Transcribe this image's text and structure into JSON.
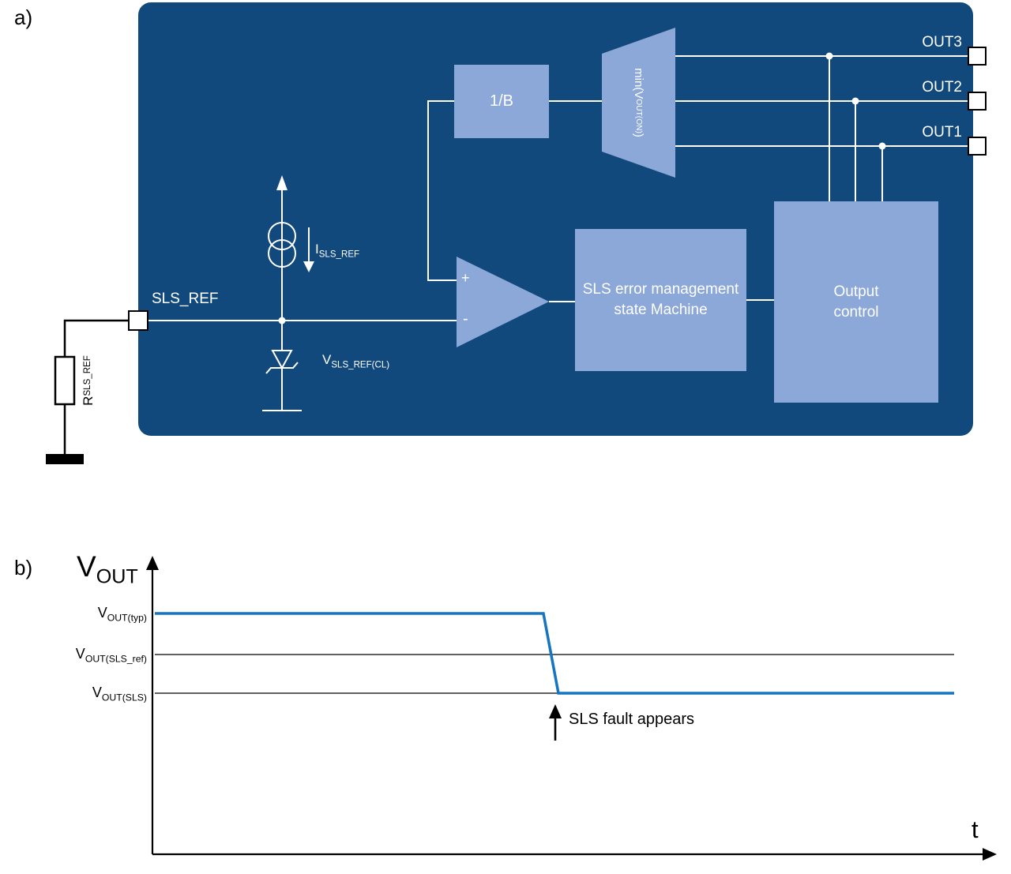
{
  "colors": {
    "dark_blue": "#12497C",
    "light_blue": "#8CA8D8",
    "curve_blue": "#1575C0",
    "wire_white": "#FFFFFF",
    "ink_black": "#000000"
  },
  "panel_a": {
    "label": "a)",
    "inverse_gain_block": "1/B",
    "min_selector": {
      "main": "min(V",
      "sub": "OUT(ON)",
      "end": ")"
    },
    "state_machine": {
      "line1": "SLS error management",
      "line2": "state Machine"
    },
    "output_control": {
      "line1": "Output",
      "line2": "control"
    },
    "comparator": {
      "plus": "+",
      "minus": "-"
    },
    "pins": {
      "out3": "OUT3",
      "out2": "OUT2",
      "out1": "OUT1",
      "sls_ref": "SLS_REF"
    },
    "current_source_label": {
      "main": "I",
      "sub": "SLS_REF"
    },
    "clamp_label": {
      "main": "V",
      "sub": "SLS_REF(CL)"
    },
    "resistor_label": {
      "main": "R",
      "sub": "SLS_REF"
    }
  },
  "panel_b": {
    "label": "b)",
    "y_axis_label": {
      "main": "V",
      "sub": "OUT"
    },
    "x_axis_label": "t",
    "levels": [
      {
        "main": "V",
        "sub": "OUT(typ)"
      },
      {
        "main": "V",
        "sub": "OUT(SLS_ref)"
      },
      {
        "main": "V",
        "sub": "OUT(SLS)"
      }
    ],
    "annotation": "SLS fault appears"
  },
  "chart_data": {
    "type": "line",
    "title": "",
    "xlabel": "t",
    "ylabel": "VOUT",
    "grid": false,
    "legend": false,
    "reference_levels": [
      {
        "name": "VOUT(typ)",
        "relative_value": 3
      },
      {
        "name": "VOUT(SLS_ref)",
        "relative_value": 2
      },
      {
        "name": "VOUT(SLS)",
        "relative_value": 1
      }
    ],
    "series": [
      {
        "name": "VOUT",
        "x_normalized": [
          0,
          0.49,
          0.51,
          1.0
        ],
        "level": [
          "VOUT(typ)",
          "VOUT(typ)",
          "VOUT(SLS)",
          "VOUT(SLS)"
        ]
      }
    ],
    "annotations": [
      {
        "text": "SLS fault appears",
        "x_normalized": 0.51,
        "points_at": "fall edge"
      }
    ]
  }
}
